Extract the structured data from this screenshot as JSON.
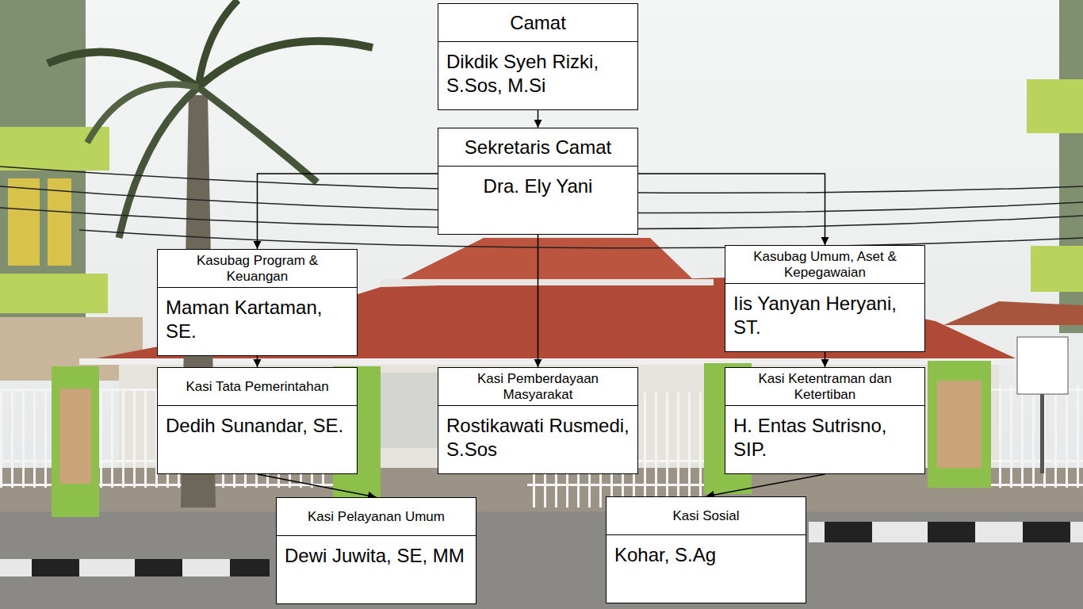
{
  "diagram": {
    "nodes": [
      {
        "text": [
          "Camat",
          "Dikdik Syeh Rizki, S.Sos, M.Si"
        ]
      },
      {
        "text": [
          "Sekretaris Camat",
          "Dra. Ely Yani"
        ]
      },
      {
        "text": [
          "Kasubag Program & Keuangan",
          "Maman Kartaman, SE."
        ]
      },
      {
        "text": [
          "Kasubag Umum, Aset & Kepegawaian",
          "Iis Yanyan Heryani, ST."
        ]
      },
      {
        "text": [
          "Kasi Tata Pemerintahan",
          "Dedih Sunandar, SE."
        ]
      },
      {
        "text": [
          "Kasi Pemberdayaan Masyarakat",
          "Rostikawati Rusmedi, S.Sos"
        ]
      },
      {
        "text": [
          "Kasi Ketentraman dan Ketertiban",
          "H. Entas Sutrisno, SIP."
        ]
      },
      {
        "text": [
          "Kasi Pelayanan Umum",
          "Dewi Juwita, SE, MM"
        ]
      },
      {
        "text": [
          "Kasi Sosial",
          "Kohar, S.Ag"
        ]
      }
    ],
    "edges": [
      {
        "from": 0,
        "to": 1,
        "arrow": "to"
      },
      {
        "from": 1,
        "to": 2,
        "arrow": "to"
      },
      {
        "from": 1,
        "to": 3,
        "arrow": "to"
      },
      {
        "from": 1,
        "to": 5,
        "arrow": "to"
      },
      {
        "from": 2,
        "to": 4,
        "arrow": "to"
      },
      {
        "from": 3,
        "to": 6,
        "arrow": "to"
      },
      {
        "from": 4,
        "to": 7,
        "arrow": "to"
      },
      {
        "from": 6,
        "to": 8,
        "arrow": "to"
      }
    ]
  }
}
